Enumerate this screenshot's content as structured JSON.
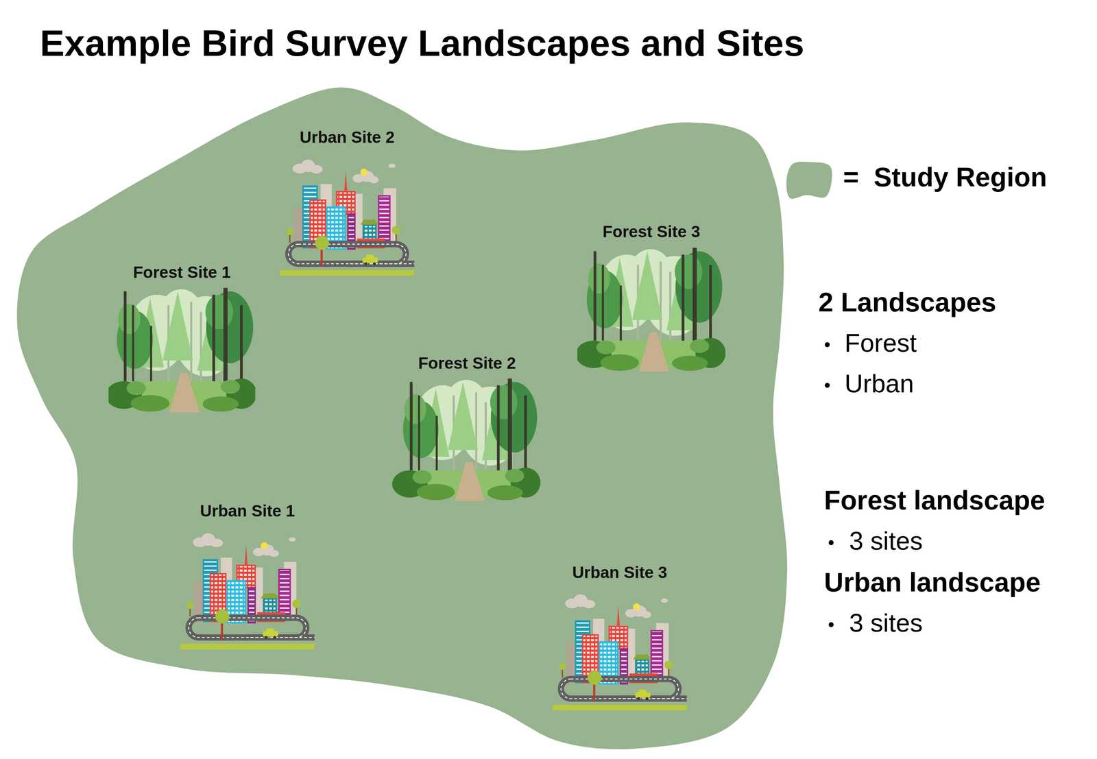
{
  "diagram": {
    "title": "Example Bird Survey Landscapes and Sites",
    "nodes": [
      {
        "text": [
          "Urban Site 2"
        ]
      },
      {
        "text": [
          "Forest Site 3"
        ]
      },
      {
        "text": [
          "Forest Site 1"
        ]
      },
      {
        "text": [
          "Forest Site 2"
        ]
      },
      {
        "text": [
          "Urban Site 1"
        ]
      },
      {
        "text": [
          "Urban Site 3"
        ]
      }
    ],
    "labels": [
      "2 Landscapes",
      "Forest",
      "Urban",
      "Forest landscape",
      "3 sites",
      "Urban landscape",
      "3 sites"
    ],
    "legend": [
      {
        "text": "=  Study Region",
        "color": "#98b38f"
      }
    ]
  }
}
